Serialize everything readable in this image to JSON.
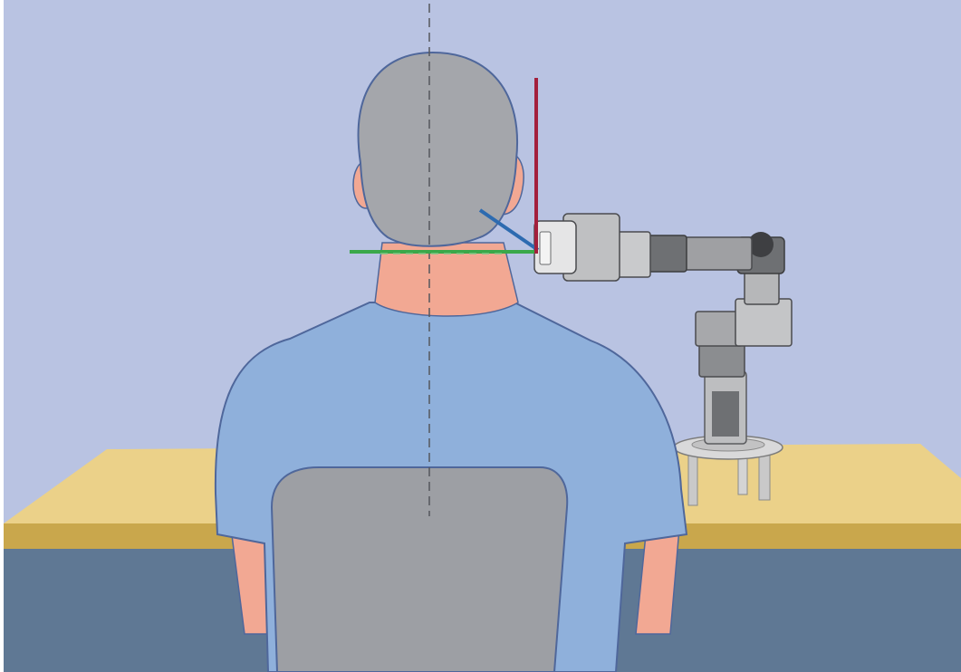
{
  "colors": {
    "wall": "#b9c3e2",
    "table_top": "#ebd189",
    "table_edge": "#c9a74c",
    "floor": "#5f7894",
    "shirt": "#8fb0db",
    "skin": "#f2a893",
    "hair": "#a4a6ab",
    "chair": "#9d9fa4",
    "outline": "#4f679b",
    "robot_light": "#c7c8c9",
    "robot_dark": "#6e7073",
    "axis_x": "#3aa84a",
    "axis_y": "#2d6bb0",
    "axis_z": "#a31f3c",
    "midline": "#55575d"
  },
  "icons": {
    "person": "seated-person-back-view",
    "robot": "robotic-arm",
    "chair": "office-chair",
    "table": "desk",
    "axes": "xyz-coordinate-frame"
  }
}
